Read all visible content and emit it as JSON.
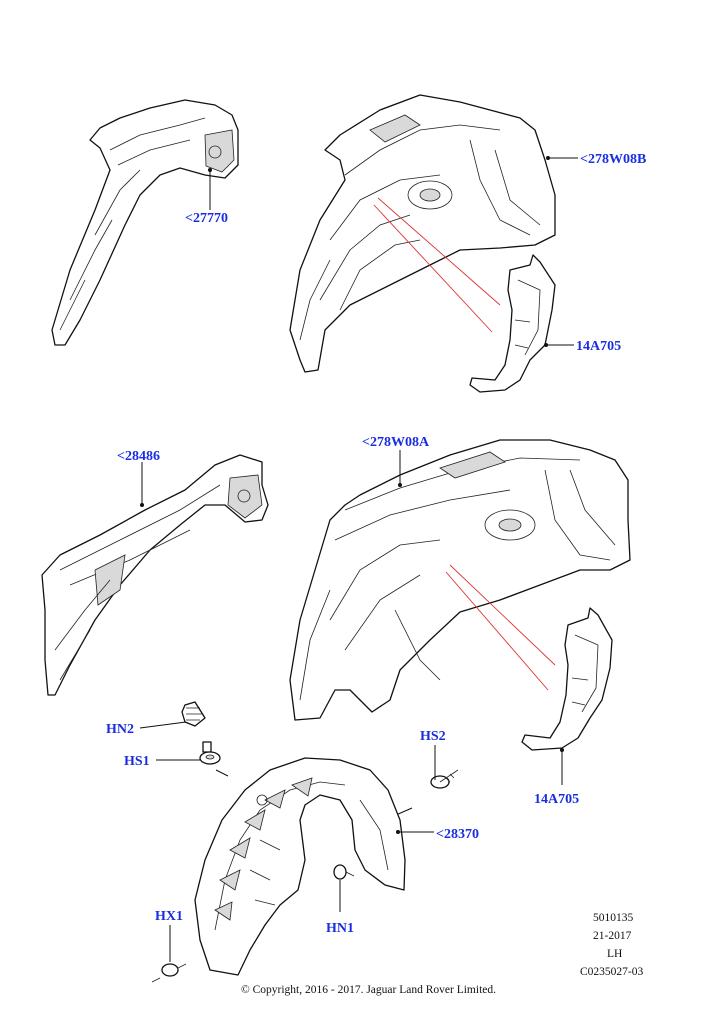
{
  "callouts": {
    "p27770": "<27770",
    "p278W08B": "<278W08B",
    "p14A705_top": "14A705",
    "p28486": "<28486",
    "p278W08A": "<278W08A",
    "p14A705_bottom": "14A705",
    "HN2": "HN2",
    "HS1": "HS1",
    "HS2": "HS2",
    "p28370": "<28370",
    "HX1": "HX1",
    "HN1": "HN1"
  },
  "meta": {
    "code": "5010135",
    "date": "21-2017",
    "side": "LH",
    "ref": "C0235027-03"
  },
  "copyright": "© Copyright, 2016 - 2017. Jaguar Land Rover Limited.",
  "colors": {
    "callout": "#1a2ee0",
    "leader_red": "#dd3333",
    "line": "#111111"
  }
}
